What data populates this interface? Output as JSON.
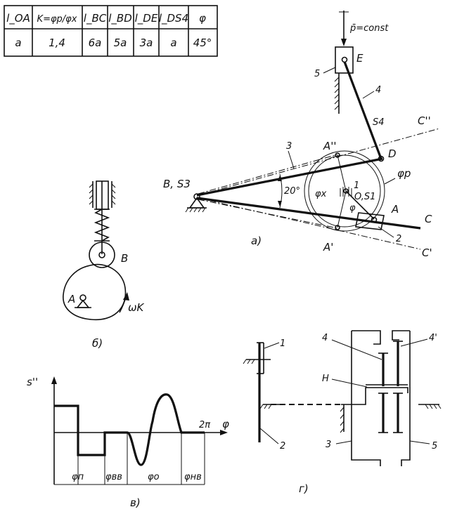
{
  "table": {
    "headers": [
      "l_OA",
      "K=φp/φx",
      "l_BC",
      "l_BD",
      "l_DE",
      "l_DS4",
      "φ"
    ],
    "values": [
      "a",
      "1,4",
      "6a",
      "5a",
      "3a",
      "a",
      "45°"
    ]
  },
  "fig_a": {
    "caption": "а)",
    "force_label": "p̄=const",
    "points": {
      "E": "E",
      "D": "D",
      "A": "A",
      "A2": "A''",
      "A1": "A'",
      "B": "B, S3",
      "O": "O,S1",
      "C": "C",
      "C2": "C''",
      "C1": "C'",
      "S4": "S4"
    },
    "links": {
      "l1": "1",
      "l2": "2",
      "l3": "3",
      "l4": "4",
      "l5": "5"
    },
    "angles": {
      "a20": "20°",
      "phi_p": "φp",
      "phi_x": "φx",
      "phi": "φ"
    }
  },
  "fig_b": {
    "caption": "б)",
    "B": "B",
    "A": "A",
    "omega": "ωK"
  },
  "fig_v": {
    "caption": "в)",
    "y_axis": "s''",
    "x_axis": "φ",
    "two_pi": "2π",
    "phases": [
      "φп",
      "φвв",
      "φо",
      "φнв"
    ]
  },
  "fig_g": {
    "caption": "г)",
    "gears": {
      "g1": "1",
      "g2": "2",
      "g3": "3",
      "g4": "4",
      "g4p": "4'",
      "gH": "H",
      "g5": "5"
    }
  }
}
